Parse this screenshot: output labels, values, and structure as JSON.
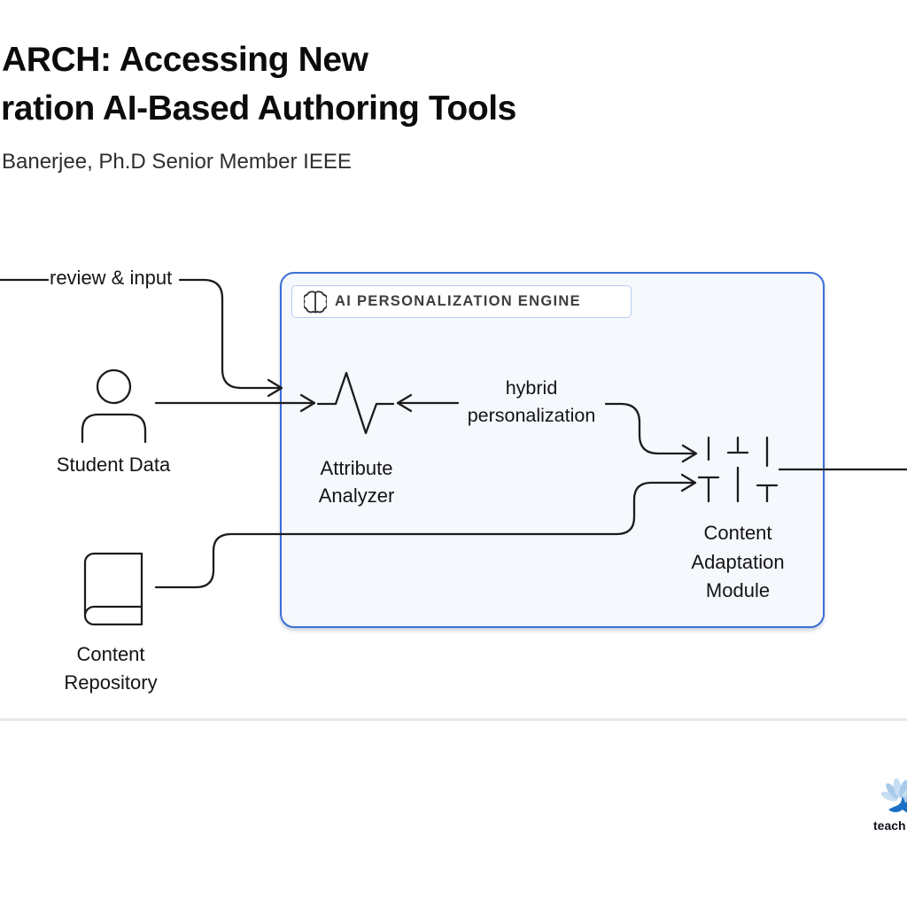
{
  "colors": {
    "ink": "#1c1c1c",
    "accent": "#3a6fd6",
    "engine-fill": "#f5f8fc",
    "chip-border": "#b9cdf2",
    "chip-fill": "#ffffff",
    "chip-text": "#3d3d3d",
    "divider": "#e9e9e9",
    "petal": "#a9cbe9",
    "petal-light": "#c6def2",
    "bird": "#1a70c4",
    "logo-text": "#10131c"
  },
  "header": {
    "title_line1": "ARCH: Accessing New",
    "title_line2": "ration AI-Based Authoring Tools",
    "author": "Banerjee, Ph.D Senior Member IEEE"
  },
  "diagram": {
    "engine": {
      "label": "AI PERSONALIZATION ENGINE",
      "icon": "brain-icon"
    },
    "edge_labels": {
      "review_input": "review & input",
      "hybrid_line1": "hybrid",
      "hybrid_line2": "personalization"
    },
    "nodes": {
      "student": {
        "label": "Student Data",
        "icon": "user-icon"
      },
      "repository": {
        "label_line1": "Content",
        "label_line2": "Repository",
        "icon": "book-icon"
      },
      "analyzer": {
        "label_line1": "Attribute",
        "label_line2": "Analyzer",
        "icon": "activity-pulse-icon"
      },
      "adaptation": {
        "label_line1": "Content",
        "label_line2": "Adaptation",
        "label_line3": "Module",
        "icon": "sliders-icon"
      }
    }
  },
  "footer": {
    "logo_text": "teach"
  }
}
